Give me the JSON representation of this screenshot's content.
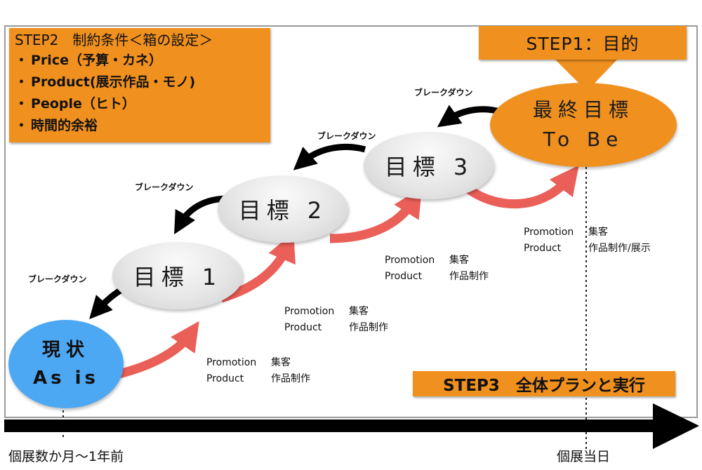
{
  "step2": {
    "title": "STEP2　制約条件＜箱の設定＞",
    "items": [
      "Price（予算・カネ）",
      "Product(展示作品・モノ)",
      "People（ヒト）",
      "時間的余裕"
    ],
    "bullet": "・"
  },
  "step1": {
    "label": "STEP1：目的"
  },
  "step3": {
    "label": "STEP3　全体プランと実行"
  },
  "nodes": {
    "as_is": {
      "line1": "現状",
      "line2": "As is",
      "color": "#4da8f3"
    },
    "goal1": {
      "label": "目標 1"
    },
    "goal2": {
      "label": "目標 2"
    },
    "goal3": {
      "label": "目標 3"
    },
    "to_be": {
      "line1": "最終目標",
      "line2": "To Be",
      "color": "#f0901e"
    }
  },
  "breakdown_label": "ブレークダウン",
  "breakdowns": [
    "ブレークダウン",
    "ブレークダウン",
    "ブレークダウン",
    "ブレークダウン"
  ],
  "actions": [
    {
      "promotion_key": "Promotion",
      "promotion_val": "集客",
      "product_key": "Product",
      "product_val": "作品制作"
    },
    {
      "promotion_key": "Promotion",
      "promotion_val": "集客",
      "product_key": "Product",
      "product_val": "作品制作"
    },
    {
      "promotion_key": "Promotion",
      "promotion_val": "集客",
      "product_key": "Product",
      "product_val": "作品制作"
    },
    {
      "promotion_key": "Promotion",
      "promotion_val": "集客",
      "product_key": "Product",
      "product_val": "作品制作/展示"
    }
  ],
  "timeline": {
    "start_label": "個展数か月〜1年前",
    "end_label": "個展当日"
  },
  "colors": {
    "orange": "#f0901e",
    "blue": "#4da8f3",
    "progress_arrow": "#ea5f57",
    "breakdown_arrow": "#000000"
  }
}
